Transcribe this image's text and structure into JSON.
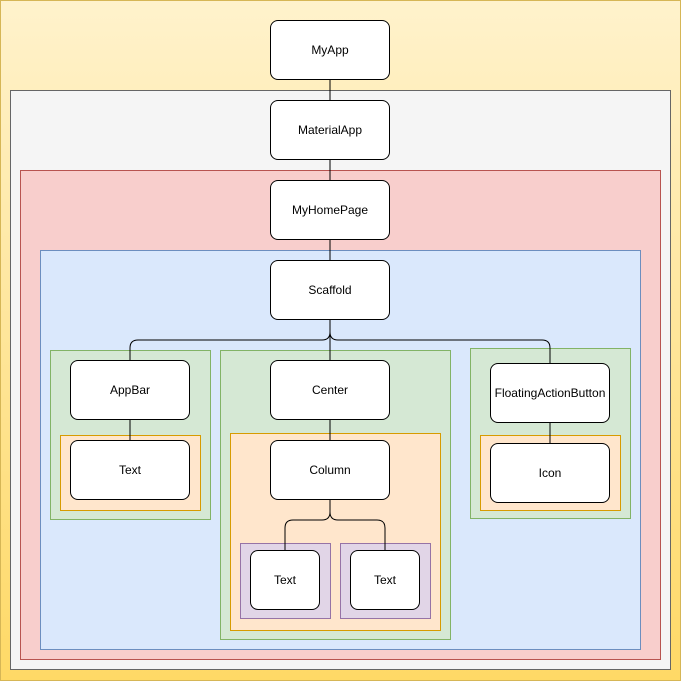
{
  "diagram": {
    "nodes": {
      "myapp": "MyApp",
      "materialapp": "MaterialApp",
      "myhomepage": "MyHomePage",
      "scaffold": "Scaffold",
      "appbar": "AppBar",
      "appbar_text": "Text",
      "center": "Center",
      "column": "Column",
      "column_text_1": "Text",
      "column_text_2": "Text",
      "fab": "FloatingActionButton",
      "icon": "Icon"
    },
    "edges": [
      [
        "myapp",
        "materialapp"
      ],
      [
        "materialapp",
        "myhomepage"
      ],
      [
        "myhomepage",
        "scaffold"
      ],
      [
        "scaffold",
        "appbar"
      ],
      [
        "scaffold",
        "center"
      ],
      [
        "scaffold",
        "fab"
      ],
      [
        "appbar",
        "appbar_text"
      ],
      [
        "center",
        "column"
      ],
      [
        "column",
        "column_text_1"
      ],
      [
        "column",
        "column_text_2"
      ],
      [
        "fab",
        "icon"
      ]
    ],
    "colors": {
      "outer_fill": "#fff2cc",
      "outer_fill_bottom": "#ffd966",
      "materialapp_fill": "#f5f5f5",
      "myhomepage_fill": "#f8cecc",
      "scaffold_fill": "#dae8fc",
      "widget_fill": "#d5e8d4",
      "child_fill": "#ffe6cc",
      "leaf_fill": "#e1d5e7",
      "node_fill": "#ffffff",
      "stroke": "#000000"
    }
  }
}
